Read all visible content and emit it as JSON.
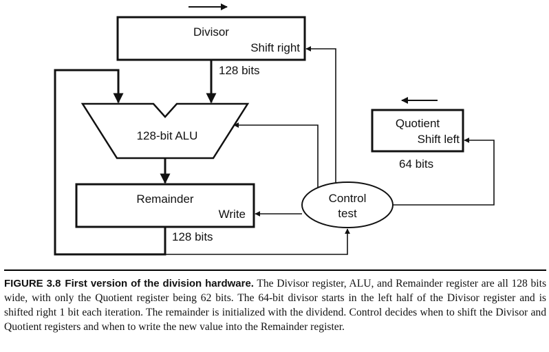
{
  "diagram": {
    "divisor": {
      "name": "Divisor",
      "action": "Shift right",
      "width": "128 bits"
    },
    "alu": {
      "label": "128-bit ALU"
    },
    "remainder": {
      "name": "Remainder",
      "action": "Write",
      "width": "128 bits"
    },
    "quotient": {
      "name": "Quotient",
      "action": "Shift left",
      "width": "64 bits"
    },
    "control": {
      "line1": "Control",
      "line2": "test"
    }
  },
  "caption": {
    "figure_label": "FIGURE 3.8",
    "title": "First version of the division hardware.",
    "body": "The Divisor register, ALU, and Remainder register are all 128 bits wide, with only the Quotient register being 62 bits. The 64-bit divisor starts in the left half of the Divisor register and is shifted right 1 bit each iteration. The remainder is initialized with the dividend. Control decides when to shift the Divisor and Quotient registers and when to write the new value into the Remainder register."
  }
}
